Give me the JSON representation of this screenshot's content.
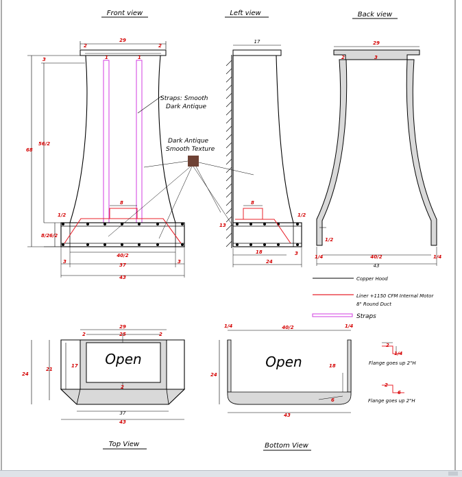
{
  "titles": {
    "front": "Front view",
    "left": "Left view",
    "back": "Back view",
    "top": "Top View",
    "bottom": "Bottom View"
  },
  "annotations": {
    "straps_line1": "Straps: Smooth",
    "straps_line2": "Dark Antique",
    "texture_line1": "Dark Antique",
    "texture_line2": "Smooth Texture",
    "open_top": "Open",
    "open_bottom": "Open",
    "flange1": "Flange goes up 2\"H",
    "flange2": "Flange goes up 2\"H"
  },
  "legend": {
    "copper": "Copper Hood",
    "liner_line1": "Liner +1150 CFM Internal Motor",
    "liner_line2": "8\" Round Duct",
    "straps": "Straps"
  },
  "colors": {
    "outline": "#000000",
    "liner": "#e8202a",
    "straps": "#d23be0",
    "dimension": "#d40000",
    "swatch": "#6e4134",
    "fill_gray": "#d9d9d9"
  },
  "dims": {
    "front_top_width": "29",
    "front_top_left": "2",
    "front_top_right": "2",
    "front_collar": "3",
    "front_strap_left": "1",
    "front_strap_right": "1",
    "front_total_height": "68",
    "front_body_height": "56/2",
    "front_duct": "8",
    "front_band": "1/2",
    "front_lower_left": "8/2",
    "front_lower_right": "6/2",
    "front_inner_width": "40/2",
    "front_side_left": "3",
    "front_side_right": "3",
    "front_inner_37": "37",
    "front_total_width": "43",
    "left_top_width": "17",
    "left_duct": "8",
    "left_band": "1/2",
    "left_lower_height": "13",
    "left_inner_depth": "18",
    "left_depth": "24",
    "left_side": "3",
    "back_top_width": "29",
    "back_wall": "2",
    "back_collar": "3",
    "back_band": "1/2",
    "back_side_left": "1/4",
    "back_inner_width": "40/2",
    "back_side_right": "1/4",
    "back_total_width": "43",
    "top_outer": "29",
    "top_inner": "25",
    "top_left": "2",
    "top_right": "2",
    "top_depth_21": "21",
    "top_depth_24": "24",
    "top_depth_17": "17",
    "top_front": "2",
    "top_width_37": "37",
    "top_width_43": "43",
    "bottom_left": "1/4",
    "bottom_inner": "40/2",
    "bottom_right": "1/4",
    "bottom_depth": "24",
    "bottom_inner_depth": "18",
    "bottom_front": "6",
    "bottom_width": "43",
    "flange1_w": "2",
    "flange1_h": "1/4",
    "flange2_w": "2",
    "flange2_h": "6"
  }
}
